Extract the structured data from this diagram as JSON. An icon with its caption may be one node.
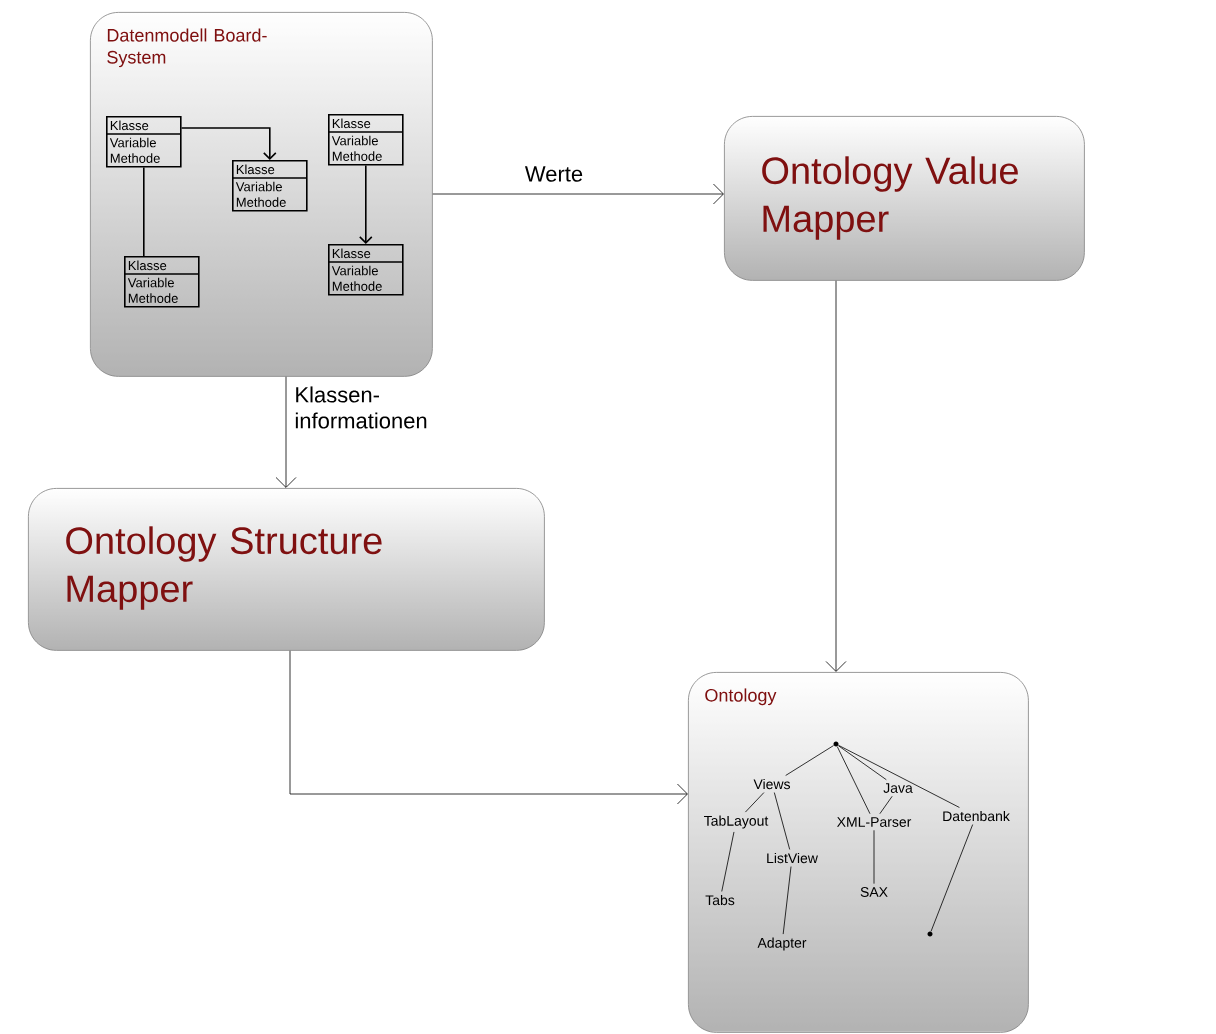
{
  "diagram": {
    "nodes": [
      {
        "text": [
          "Datenmodell Board-System"
        ]
      },
      {
        "text": [
          "Klasse",
          "Variable Methode"
        ],
        "in": 0
      },
      {
        "text": [
          "Klasse",
          "Variable Methode"
        ],
        "in": 0
      },
      {
        "text": [
          "Klasse",
          "Variable Methode"
        ],
        "in": 0
      },
      {
        "text": [
          "Klasse",
          "Variable Methode"
        ],
        "in": 0
      },
      {
        "text": [
          "Klasse",
          "Variable Methode"
        ],
        "in": 0
      },
      {
        "text": [
          "Ontology Value Mapper"
        ]
      },
      {
        "text": [
          "Ontology Structure Mapper"
        ]
      },
      {
        "text": [
          "Ontology"
        ]
      },
      {
        "text": [],
        "shape": "circle",
        "in": 8
      },
      {
        "text": [
          "Views"
        ],
        "in": 8
      },
      {
        "text": [
          "Java"
        ],
        "in": 8
      },
      {
        "text": [
          "XML-Parser"
        ],
        "in": 8
      },
      {
        "text": [
          "Datenbank"
        ],
        "in": 8
      },
      {
        "text": [
          "TabLayout"
        ],
        "in": 8
      },
      {
        "text": [
          "ListView"
        ],
        "in": 8
      },
      {
        "text": [
          "SAX"
        ],
        "in": 8
      },
      {
        "text": [
          "Tabs"
        ],
        "in": 8
      },
      {
        "text": [
          "Adapter"
        ],
        "in": 8
      },
      {
        "text": [],
        "shape": "circle",
        "in": 8
      }
    ],
    "edges": [
      {
        "from": 1,
        "to": 2,
        "arrow": "to"
      },
      {
        "from": 1,
        "to": 4,
        "arrow": "none"
      },
      {
        "from": 3,
        "to": 5,
        "arrow": "to"
      },
      {
        "from": 0,
        "to": 6,
        "arrow": "to",
        "label": "Werte"
      },
      {
        "from": 0,
        "to": 7,
        "arrow": "to",
        "label": "Klassen- informationen"
      },
      {
        "from": 6,
        "to": 8,
        "arrow": "to"
      },
      {
        "from": 7,
        "to": 8,
        "arrow": "to"
      },
      {
        "from": 9,
        "to": 10,
        "arrow": "none"
      },
      {
        "from": 9,
        "to": 12,
        "arrow": "none"
      },
      {
        "from": 9,
        "to": 11,
        "arrow": "none"
      },
      {
        "from": 9,
        "to": 13,
        "arrow": "none"
      },
      {
        "from": 11,
        "to": 12,
        "arrow": "none"
      },
      {
        "from": 10,
        "to": 14,
        "arrow": "none"
      },
      {
        "from": 10,
        "to": 15,
        "arrow": "none"
      },
      {
        "from": 14,
        "to": 17,
        "arrow": "none"
      },
      {
        "from": 15,
        "to": 18,
        "arrow": "none"
      },
      {
        "from": 12,
        "to": 16,
        "arrow": "none"
      },
      {
        "from": 13,
        "to": 19,
        "arrow": "none"
      }
    ]
  }
}
